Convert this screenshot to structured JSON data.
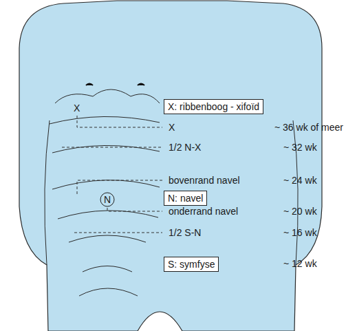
{
  "diagram": {
    "nodes": [
      {
        "text": [
          "X: ribbenboog - xifoïd"
        ]
      },
      {
        "text": [
          "N"
        ]
      },
      {
        "text": [
          "N: navel"
        ]
      },
      {
        "text": [
          "S: symfyse"
        ]
      }
    ],
    "labels": [
      "X",
      "X",
      "~ 36 wk of meer",
      "1/2 N-X",
      "~ 32 wk",
      "bovenrand navel",
      "~ 24 wk",
      "onderrand navel",
      "~ 20 wk",
      "1/2 S-N",
      "~ 16 wk",
      "~ 12 wk"
    ]
  }
}
